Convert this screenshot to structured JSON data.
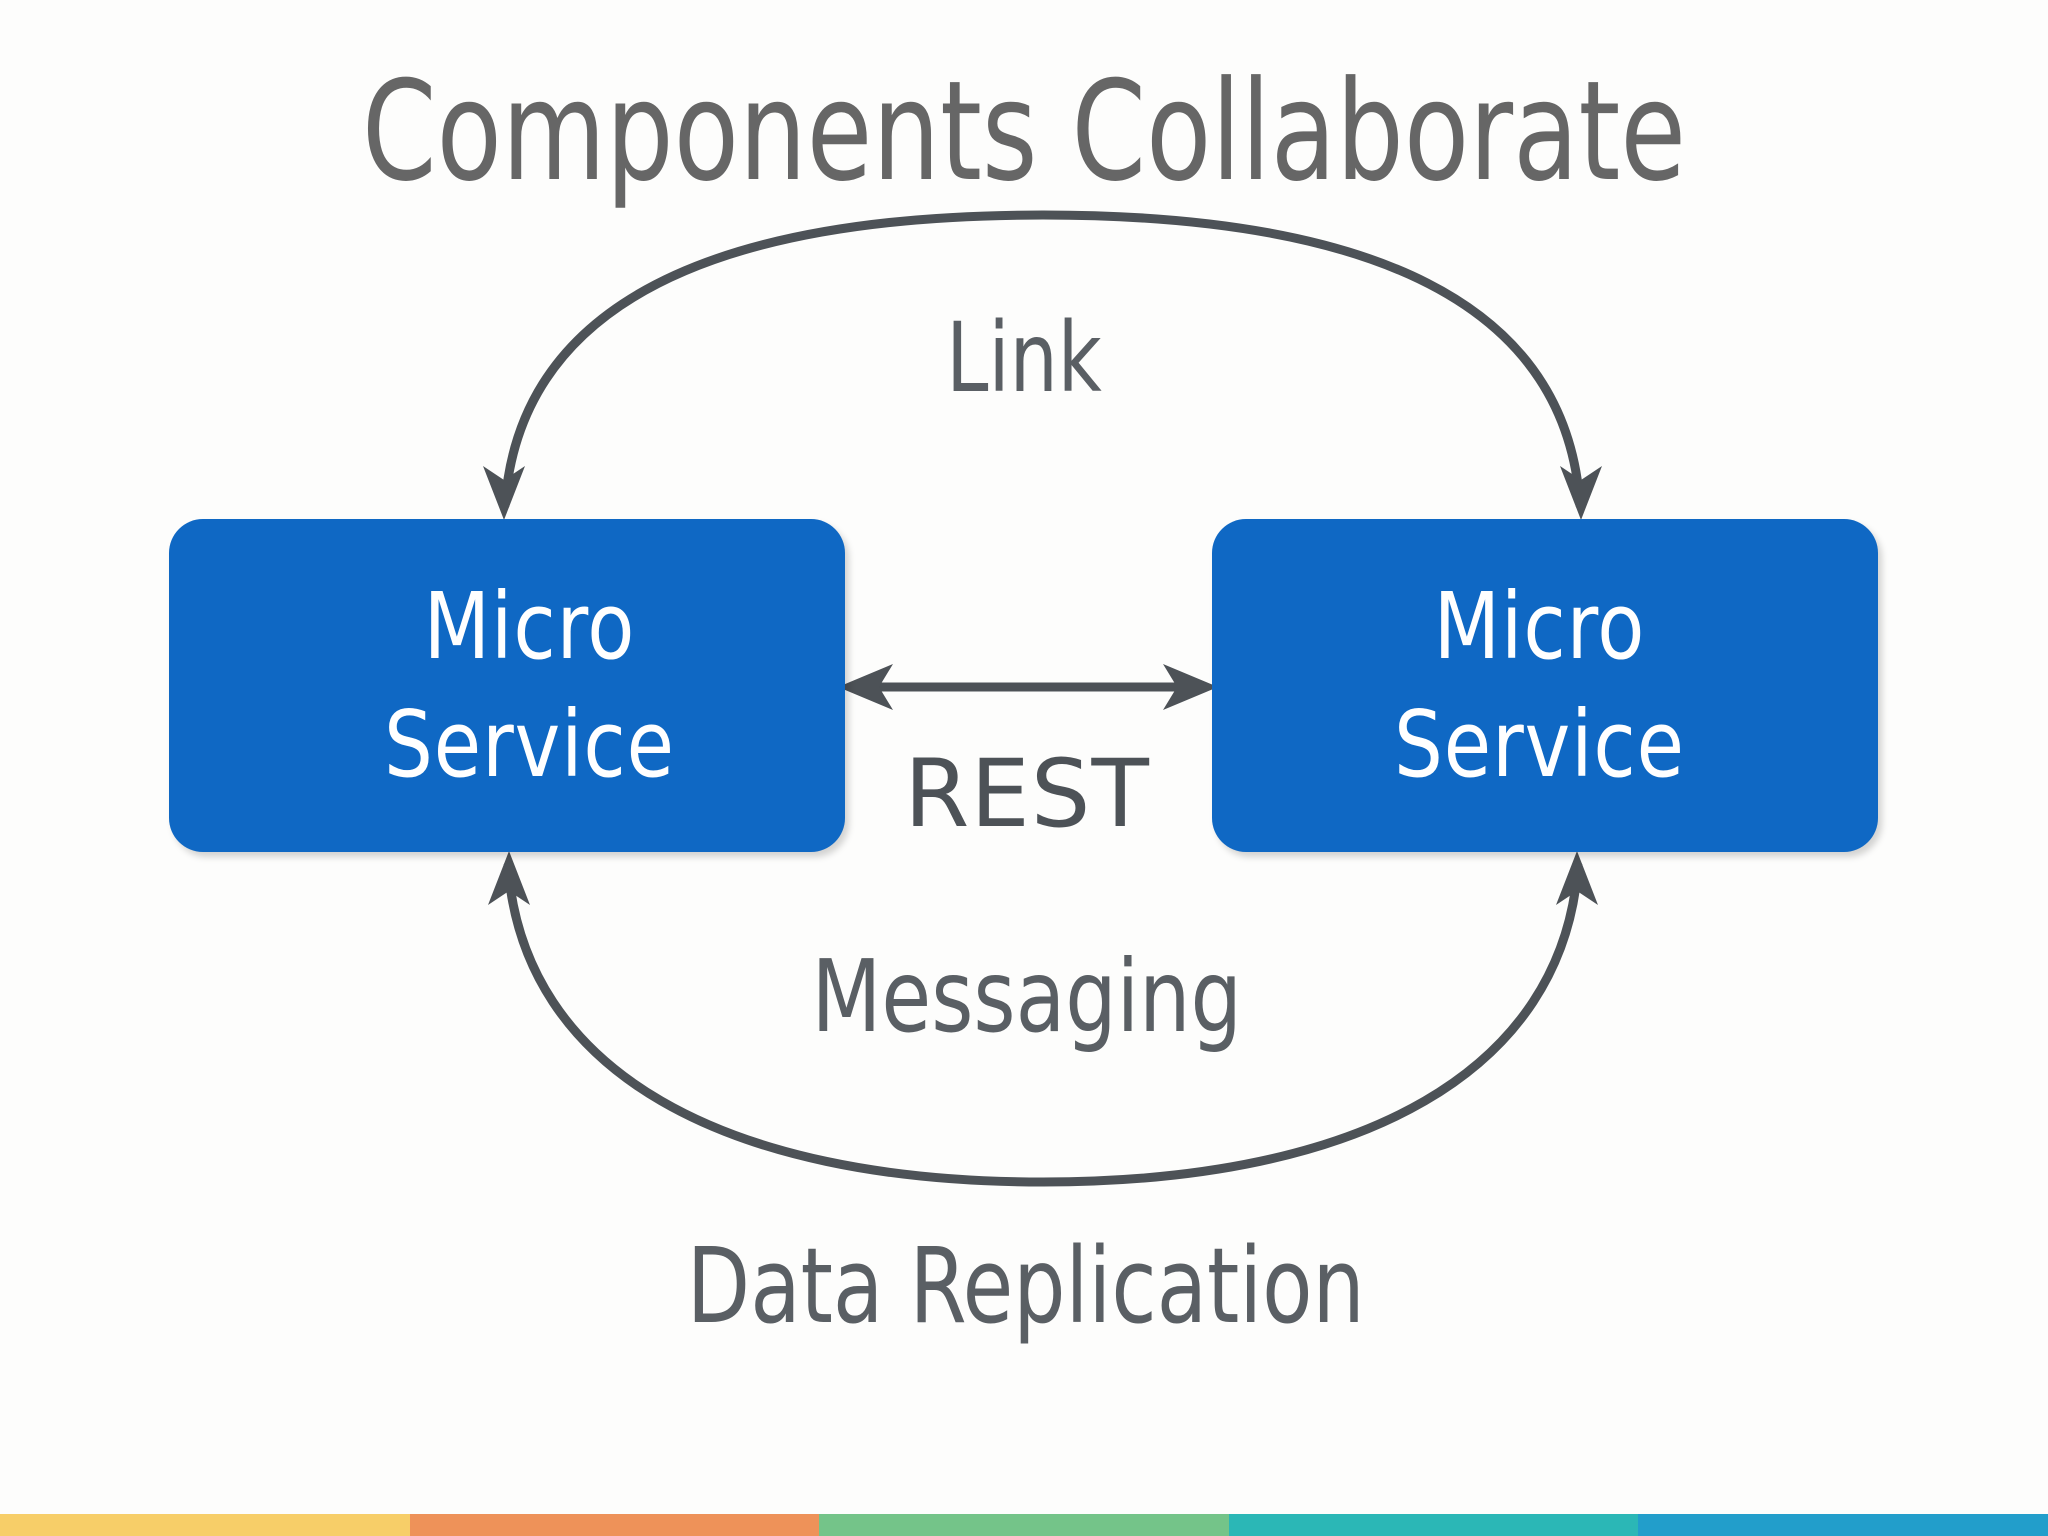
{
  "slide": {
    "title": "Components Collaborate",
    "background_color": "#fdfdfc",
    "title_color": "#666666"
  },
  "nodes": [
    {
      "id": "left-service",
      "label_line1": "Micro",
      "label_line2": "Service",
      "fill_color": "#0f68c4",
      "text_color": "#ffffff"
    },
    {
      "id": "right-service",
      "label_line1": "Micro",
      "label_line2": "Service",
      "fill_color": "#0f68c4",
      "text_color": "#ffffff"
    }
  ],
  "connectors": [
    {
      "id": "link",
      "label": "Link",
      "style": "arc-top",
      "direction": "both-down",
      "color": "#4d5257"
    },
    {
      "id": "rest",
      "label": "REST",
      "style": "straight",
      "direction": "bidirectional",
      "color": "#4d5257"
    },
    {
      "id": "messaging",
      "label": "Messaging",
      "style": "arc-bottom",
      "direction": "both-up",
      "color": "#4d5257"
    },
    {
      "id": "data-replication",
      "label": "Data Replication",
      "style": "arc-bottom-label",
      "direction": "both-up",
      "color": "#4d5257"
    }
  ],
  "bottom_bar": {
    "segments": [
      {
        "name": "gold",
        "color": "#f7ce68"
      },
      {
        "name": "orange",
        "color": "#ee9259"
      },
      {
        "name": "green",
        "color": "#74c489"
      },
      {
        "name": "teal",
        "color": "#2bb7b6"
      },
      {
        "name": "blue",
        "color": "#229ecb"
      }
    ]
  }
}
